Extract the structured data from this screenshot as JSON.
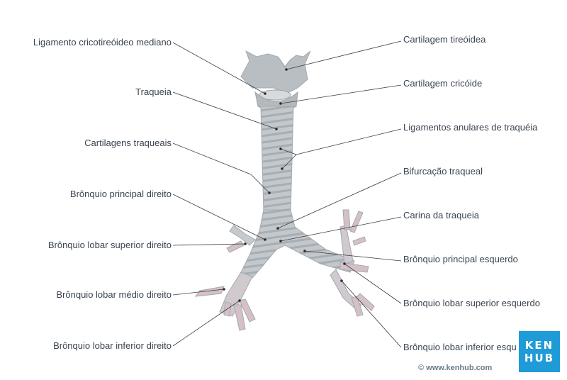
{
  "labels_left": [
    "Ligamento cricotireóideo mediano",
    "Traqueia",
    "Cartilagens traqueais",
    "Brônquio principal direito",
    "Brônquio lobar superior direito",
    "Brônquio lobar médio direito",
    "Brônquio lobar inferior direito"
  ],
  "labels_right": [
    "Cartilagem tireóidea",
    "Cartilagem cricóide",
    "Ligamentos anulares de traquéia",
    "Bifurcação traqueal",
    "Carina da traqueia",
    "Brônquio principal esquerdo",
    "Brônquio lobar superior esquerdo",
    "Brônquio lobar inferior esquerdo"
  ],
  "logo": {
    "line1": "KEN",
    "line2": "HUB",
    "color": "#1f9bd8"
  },
  "copyright": "© www.kenhub.com",
  "colors": {
    "cartilage": "#bcc1c5",
    "ligament": "#9ea4a8",
    "bronchus_tip": "#c9a7b2",
    "leader_line": "#3a3a3a"
  }
}
